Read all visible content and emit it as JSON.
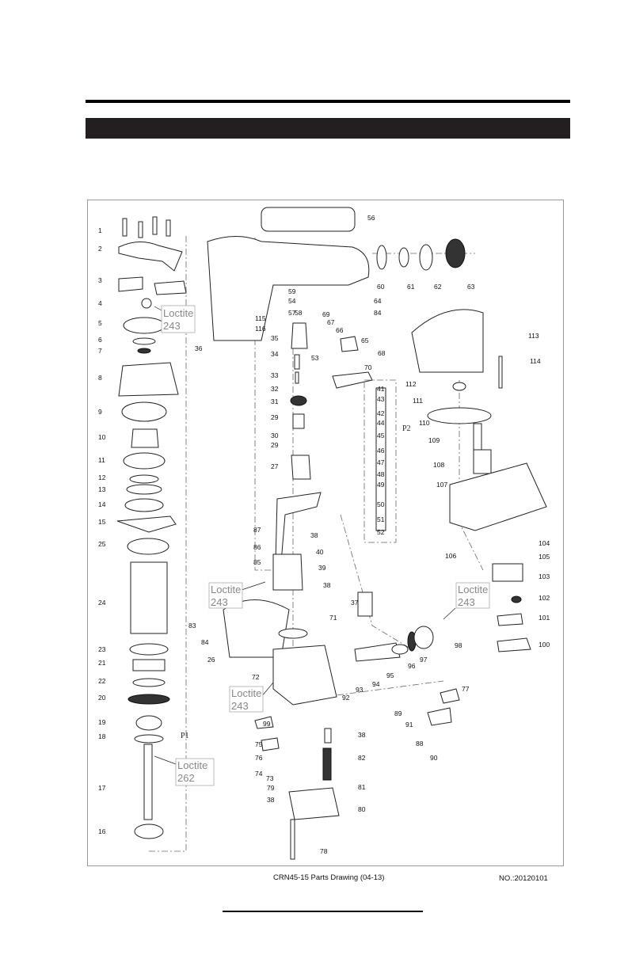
{
  "drawing": {
    "caption": "CRN45-15 Parts Drawing (04-13)",
    "doc_number": "NO.:20120101"
  },
  "loctite_labels": [
    {
      "line1": "Loctite",
      "line2": "243"
    },
    {
      "line1": "Loctite",
      "line2": "243"
    },
    {
      "line1": "Loctite",
      "line2": "243"
    },
    {
      "line1": "Loctite",
      "line2": "243"
    },
    {
      "line1": "Loctite",
      "line2": "262"
    }
  ],
  "group_labels": [
    "P1",
    "P2"
  ],
  "part_numbers": {
    "left_column": [
      "1",
      "2",
      "3",
      "4",
      "5",
      "6",
      "7",
      "8",
      "9",
      "10",
      "11",
      "12",
      "13",
      "14",
      "15",
      "25",
      "24",
      "23",
      "21",
      "22",
      "20",
      "19",
      "18",
      "17",
      "16"
    ],
    "center": [
      "56",
      "59",
      "54",
      "57",
      "58",
      "115",
      "116",
      "35",
      "34",
      "33",
      "32",
      "31",
      "29",
      "30",
      "29",
      "27",
      "36",
      "69",
      "67",
      "66",
      "65",
      "68",
      "53",
      "70",
      "60",
      "61",
      "62",
      "63",
      "64",
      "84",
      "87",
      "86",
      "85",
      "38",
      "40",
      "39",
      "38",
      "37",
      "71",
      "83",
      "84",
      "26",
      "72",
      "92",
      "93",
      "94",
      "95",
      "96",
      "97",
      "98",
      "99",
      "75",
      "76",
      "74",
      "73",
      "79",
      "38",
      "38",
      "82",
      "81",
      "80",
      "78",
      "77",
      "89",
      "91",
      "88",
      "90",
      "91"
    ],
    "p2_stack": [
      "41",
      "43",
      "42",
      "44",
      "45",
      "46",
      "47",
      "48",
      "49",
      "50",
      "51",
      "52"
    ],
    "right": [
      "113",
      "114",
      "112",
      "111",
      "110",
      "109",
      "108",
      "107",
      "104",
      "105",
      "106",
      "103",
      "102",
      "101",
      "100"
    ]
  }
}
